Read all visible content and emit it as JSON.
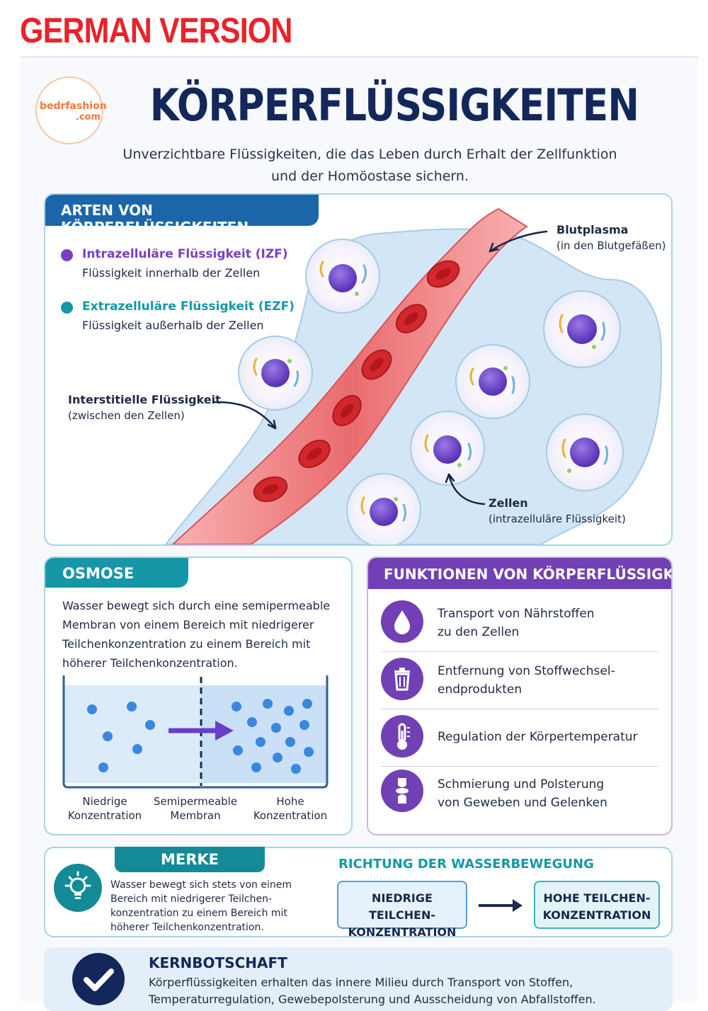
{
  "header": {
    "version_label": "GERMAN VERSION"
  },
  "logo": {
    "line1": "bedrfashion",
    "line2": ".com"
  },
  "title": "KÖRPERFLÜSSIGKEITEN",
  "subtitle": {
    "line1": "Unverzichtbare Flüssigkeiten, die das Leben durch Erhalt der Zellfunktion",
    "line2": "und der Homöostase sichern."
  },
  "types": {
    "heading": "ARTEN VON KÖRPERFLÜSSIGKEITEN",
    "items": [
      {
        "name": "Intrazelluläre Flüssigkeit (IZF)",
        "desc": "Flüssigkeit innerhalb der Zellen",
        "color": "#7a3fc4"
      },
      {
        "name": "Extrazelluläre Flüssigkeit (EZF)",
        "desc": "Flüssigkeit außerhalb der Zellen",
        "color": "#1597a8"
      }
    ],
    "labels": {
      "plasma_title": "Blutplasma",
      "plasma_sub": "(in den Blutgefäßen)",
      "interstitial_title": "Interstitielle Flüssigkeit",
      "interstitial_sub": "(zwischen den Zellen)",
      "cells_title": "Zellen",
      "cells_sub": "(intrazelluläre Flüssigkeit)"
    }
  },
  "osmosis": {
    "heading": "OSMOSE",
    "text": [
      "Wasser bewegt sich durch eine semipermeable",
      "Membran von einem Bereich mit niedrigerer",
      "Teilchenkonzentration zu einem Bereich mit",
      "höherer Teilchenkonzentration."
    ],
    "labels": {
      "low_1": "Niedrige",
      "low_2": "Konzentration",
      "membrane_1": "Semipermeable",
      "membrane_2": "Membran",
      "high_1": "Hohe",
      "high_2": "Konzentration"
    }
  },
  "functions": {
    "heading": "FUNKTIONEN VON KÖRPERFLÜSSIGKEITEN",
    "items": [
      {
        "line1": "Transport von Nährstoffen",
        "line2": "zu den Zellen",
        "icon": "water-drop-icon"
      },
      {
        "line1": "Entfernung von Stoffwechsel-",
        "line2": "endprodukten",
        "icon": "trash-icon"
      },
      {
        "line1": "Regulation der Körpertemperatur",
        "line2": "",
        "icon": "thermometer-icon"
      },
      {
        "line1": "Schmierung und Polsterung",
        "line2": "von Geweben und Gelenken",
        "icon": "joint-icon"
      }
    ]
  },
  "remember": {
    "heading": "MERKE",
    "text": [
      "Wasser bewegt sich stets von einem",
      "Bereich mit niedrigerer Teilchen-",
      "konzentration zu einem Bereich mit",
      "höherer Teilchenkonzentration."
    ],
    "direction_heading": "RICHTUNG DER WASSERBEWEGUNG",
    "from_1": "NIEDRIGE TEILCHEN-",
    "from_2": "KONZENTRATION",
    "to_1": "HOHE TEILCHEN-",
    "to_2": "KONZENTRATION"
  },
  "key": {
    "heading": "KERNBOTSCHAFT",
    "line1": "Körperflüssigkeiten erhalten das innere Milieu durch Transport von Stoffen,",
    "line2": "Temperaturregulation, Gewebepolsterung und Ausscheidung von Abfallstoffen."
  },
  "colors": {
    "title": "#13275a",
    "version": "#e8232a",
    "teal": "#1597a8",
    "purple": "#7040b4",
    "blue_tab": "#1a66a8"
  }
}
